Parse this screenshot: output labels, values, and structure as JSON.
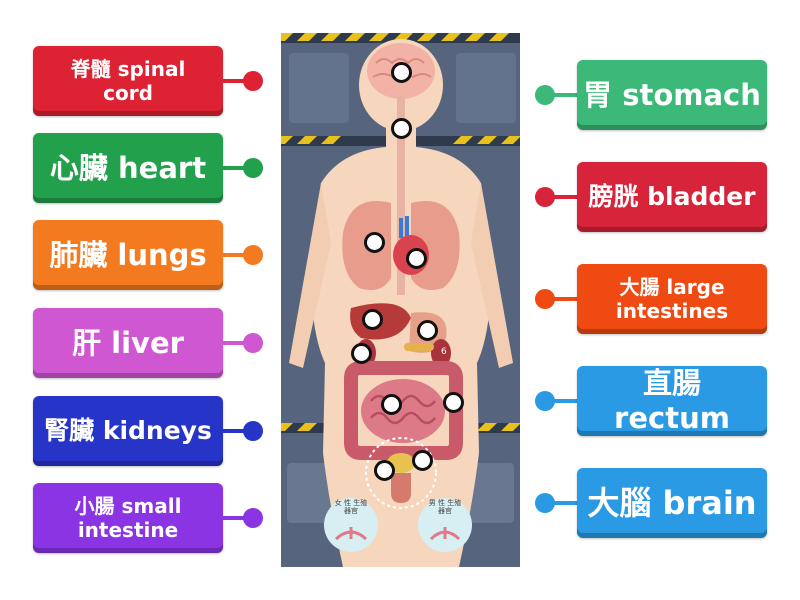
{
  "left_labels": [
    {
      "text": "脊髓 spinal cord",
      "color": "#dc2233"
    },
    {
      "text": "心臟 heart",
      "color": "#22a04c"
    },
    {
      "text": "肺臟 lungs",
      "color": "#f47a1f"
    },
    {
      "text": "肝 liver",
      "color": "#cf58d2"
    },
    {
      "text": "腎臟 kidneys",
      "color": "#2734c8"
    },
    {
      "text": "小腸 small intestine",
      "color": "#8a34e4"
    }
  ],
  "right_labels": [
    {
      "text": "胃 stomach",
      "color": "#3cb878"
    },
    {
      "text": "膀胱 bladder",
      "color": "#d8243a"
    },
    {
      "text": "大腸 large intestines",
      "color": "#ee4a12"
    },
    {
      "text": "直腸 rectum",
      "color": "#2a9ae4"
    },
    {
      "text": "大腦 brain",
      "color": "#2a9ae4"
    }
  ],
  "figure": {
    "female_badge": "女 性 生殖器官",
    "male_badge": "男 性 生殖器官",
    "corner_number": "6"
  }
}
